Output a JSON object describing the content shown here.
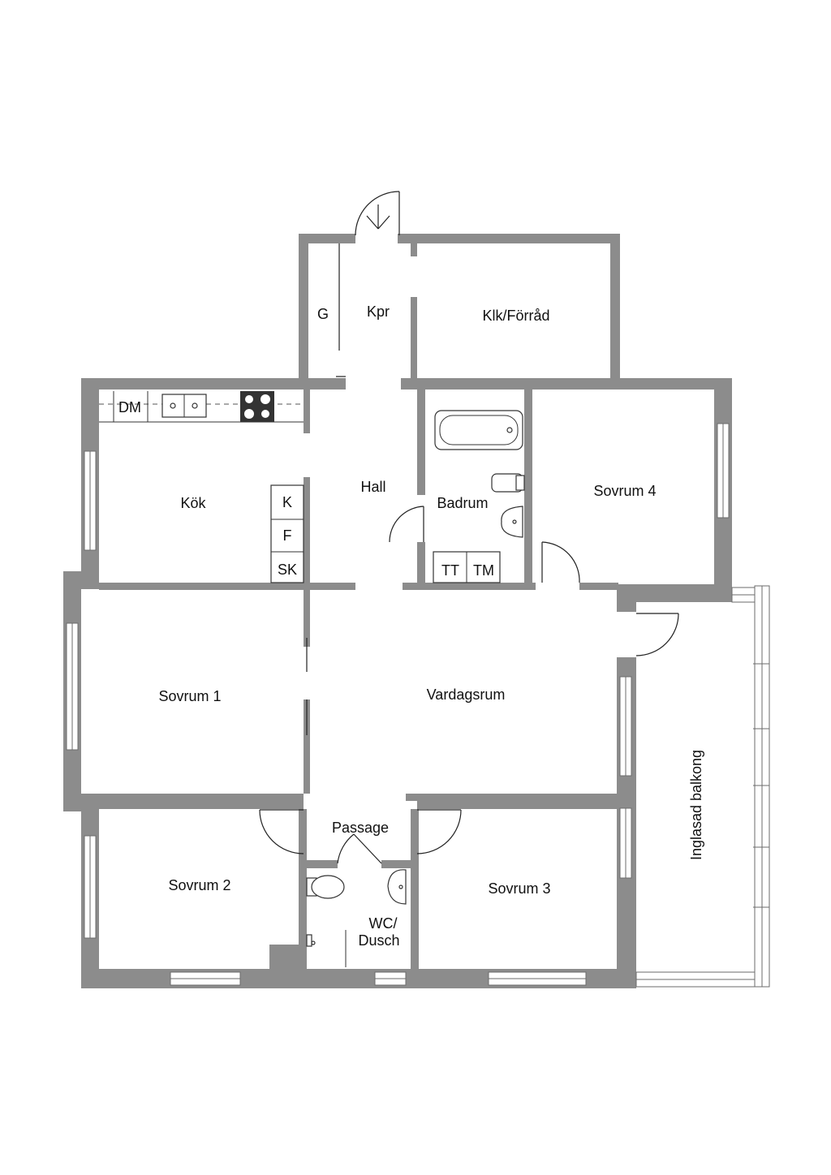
{
  "rooms": {
    "kpr": "Kpr",
    "g": "G",
    "klk": "Klk/Förråd",
    "kok": "Kök",
    "hall": "Hall",
    "badrum": "Badrum",
    "sovrum4": "Sovrum 4",
    "sovrum1": "Sovrum 1",
    "vardagsrum": "Vardagsrum",
    "passage": "Passage",
    "sovrum2": "Sovrum 2",
    "sovrum3": "Sovrum 3",
    "wc_line1": "WC/",
    "wc_line2": "Dusch",
    "balkong": "Inglasad balkong"
  },
  "fixtures": {
    "dm": "DM",
    "k": "K",
    "f": "F",
    "sk": "SK",
    "tt": "TT",
    "tm": "TM"
  },
  "colors": {
    "wall": "#8c8c8c",
    "background": "#ffffff"
  }
}
